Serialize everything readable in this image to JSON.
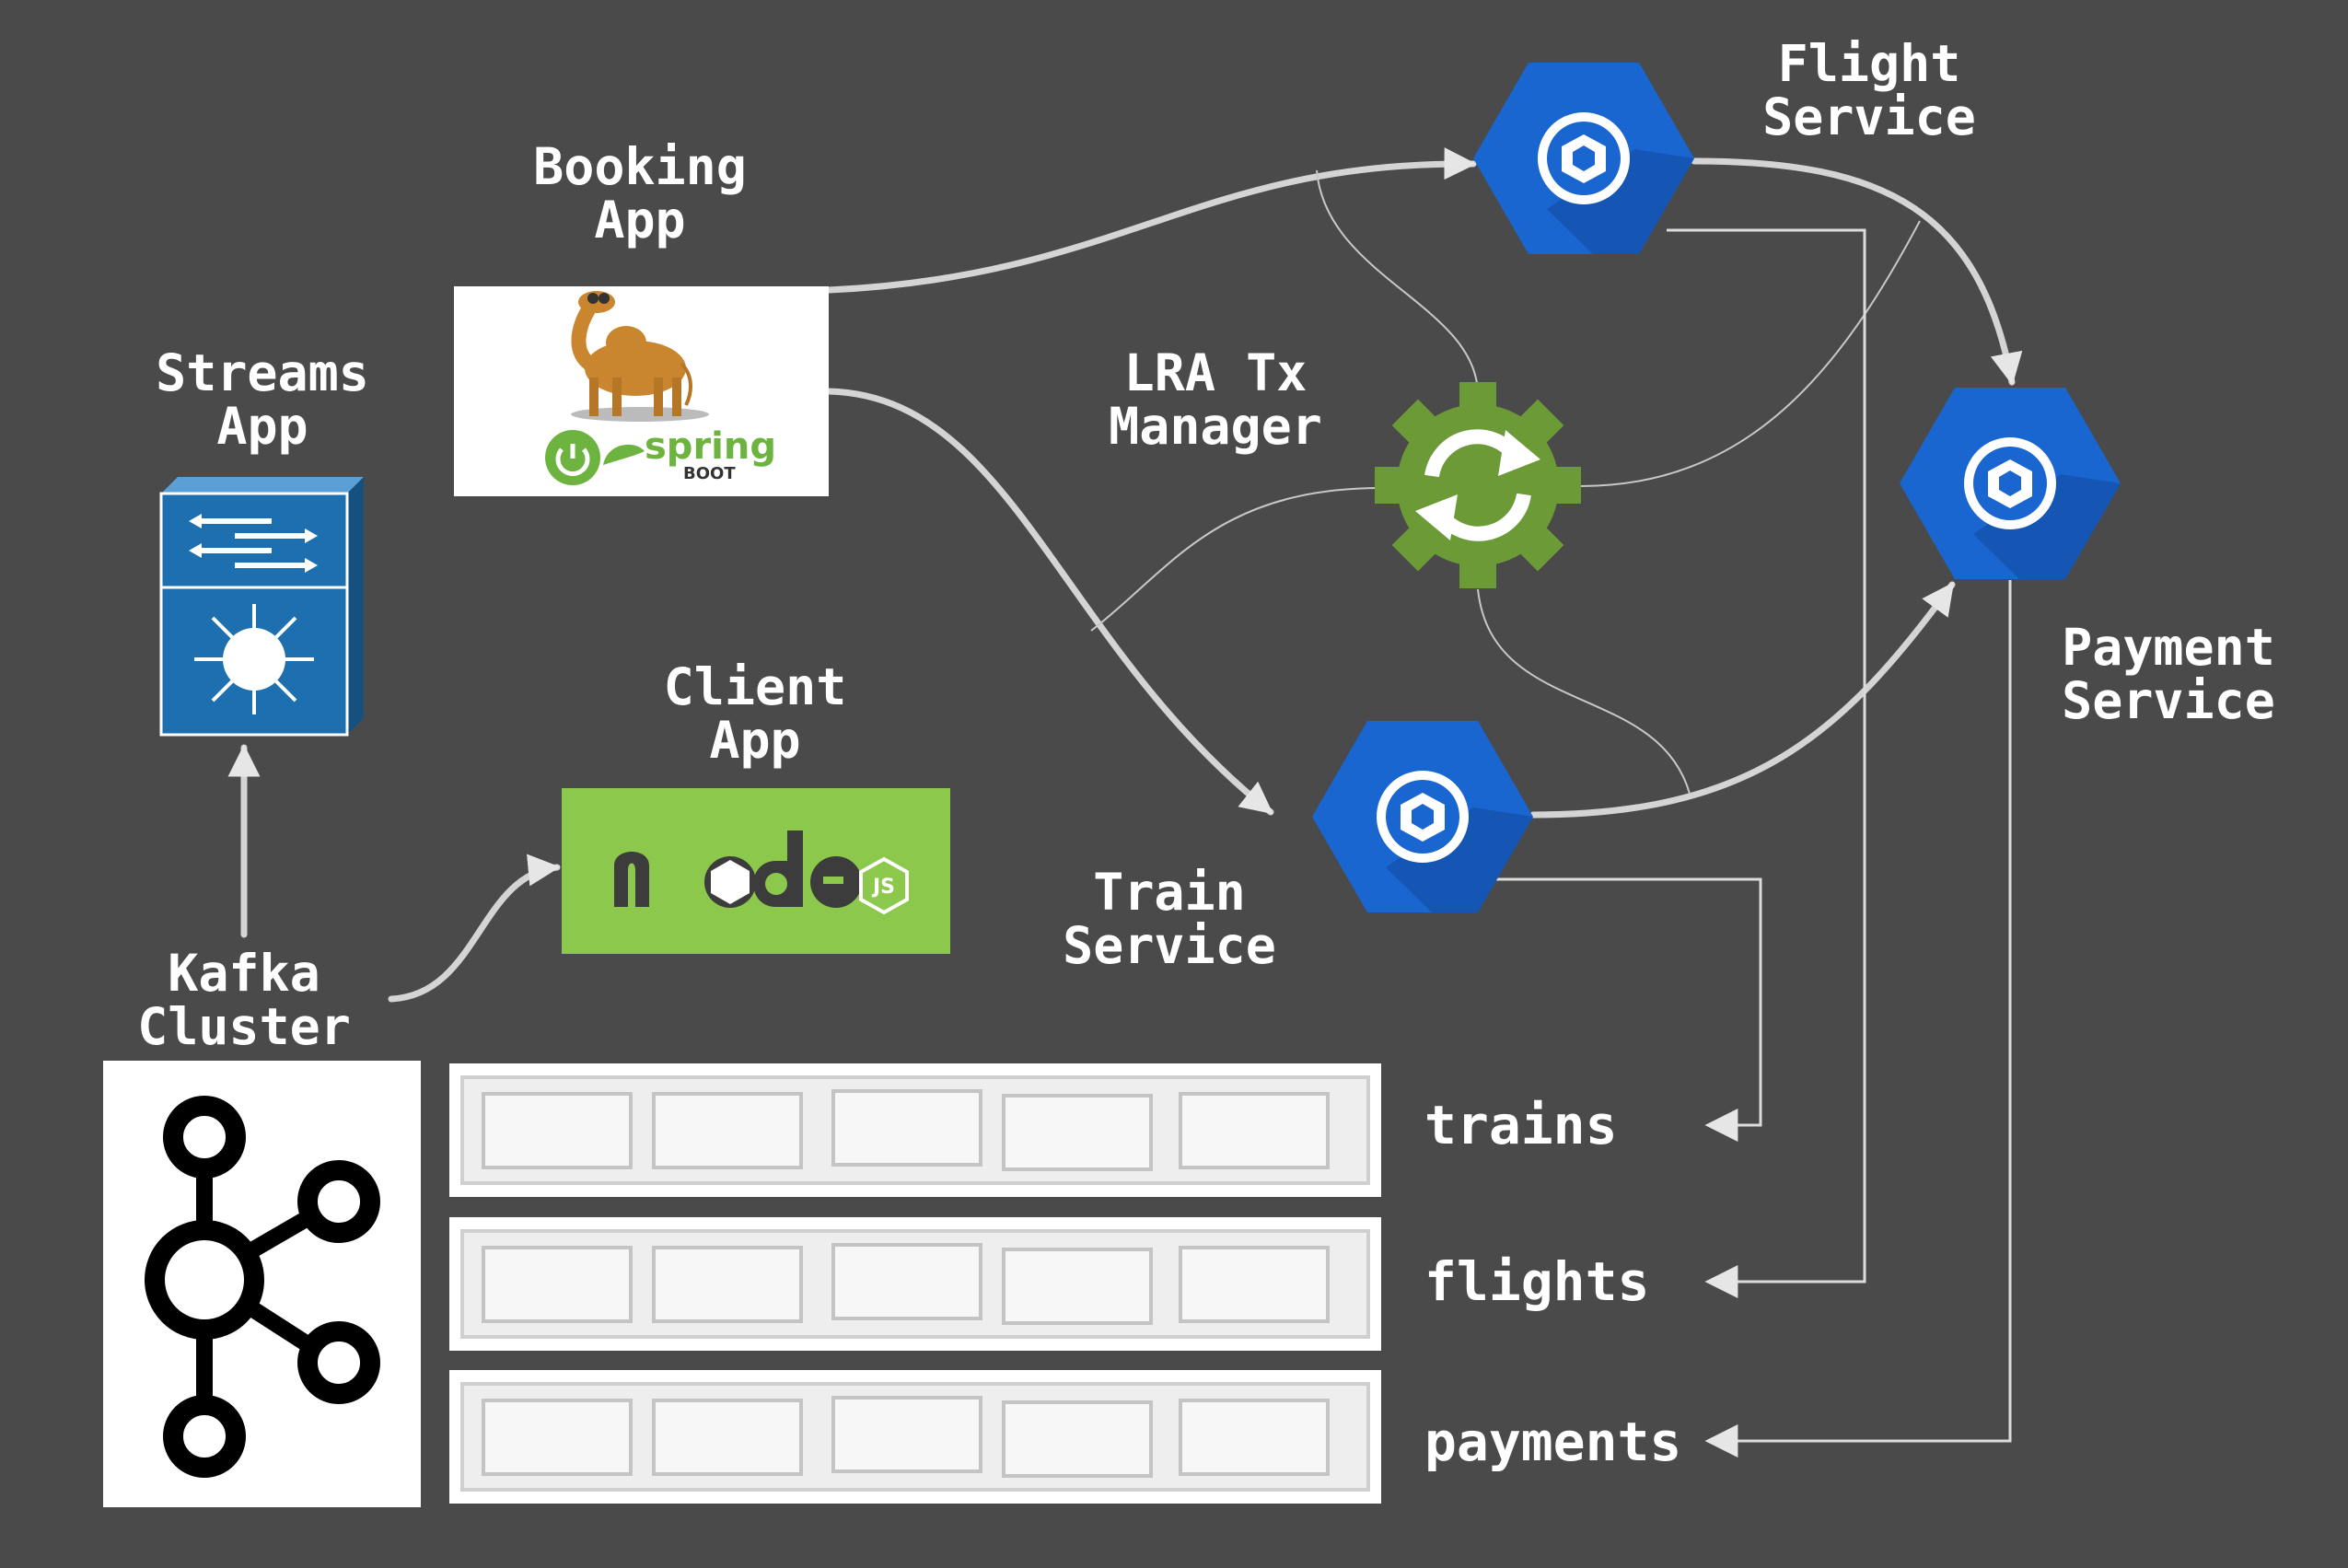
{
  "labels": {
    "booking_app": [
      "Booking",
      "App"
    ],
    "streams_app": [
      "Streams",
      "App"
    ],
    "lra_manager": [
      "LRA Tx",
      "Manager"
    ],
    "flight_service": [
      "Flight",
      "Service"
    ],
    "payment_service": [
      "Payment",
      "Service"
    ],
    "train_service": [
      "Train",
      "Service"
    ],
    "client_app": [
      "Client",
      "App"
    ],
    "kafka_cluster": [
      "Kafka",
      "Cluster"
    ]
  },
  "topics": [
    "trains",
    "flights",
    "payments"
  ],
  "logos": {
    "spring": "spring",
    "spring_boot": "BOOT",
    "node": "node",
    "node_js": "JS"
  },
  "icons": {
    "booking": "camel-spring-boot-logo",
    "streams": "network-switch-icon",
    "lra": "sync-gear-icon",
    "service": "hexagon-cube-icon",
    "client": "nodejs-logo",
    "kafka": "kafka-logo"
  },
  "colors": {
    "background": "#4a4a4a",
    "service_blue": "#1a66d1",
    "gear_green": "#6b9a37",
    "node_green": "#8cc84b",
    "switch_blue": "#1e6fb0",
    "arrow": "#d9d9d9"
  }
}
